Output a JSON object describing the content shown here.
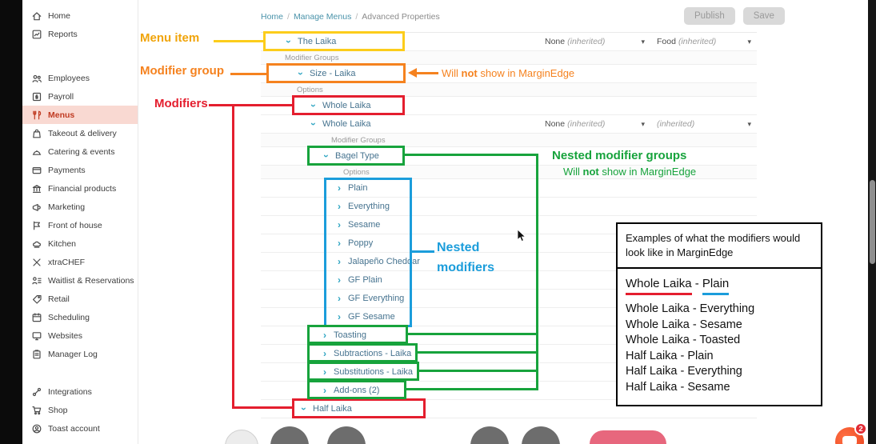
{
  "colors": {
    "accent_yellow": "#fccd1b",
    "accent_yellow_text": "#f0a40a",
    "accent_orange": "#f5821f",
    "accent_red": "#e41e2e",
    "accent_green": "#17a33c",
    "accent_blue": "#1b9ddb",
    "nav_active_bg": "#f9d9d2",
    "nav_active_text": "#c03b22",
    "link_teal": "#4a93aa",
    "tree_label": "#46738f",
    "chevron_teal": "#2fa5c2"
  },
  "sidebar": {
    "sections": [
      {
        "items": [
          {
            "label": "Home",
            "icon": "home-icon"
          },
          {
            "label": "Reports",
            "icon": "reports-icon"
          }
        ]
      },
      {
        "items": [
          {
            "label": "Employees",
            "icon": "employees-icon"
          },
          {
            "label": "Payroll",
            "icon": "payroll-icon"
          },
          {
            "label": "Menus",
            "icon": "menus-icon",
            "active": true
          },
          {
            "label": "Takeout & delivery",
            "icon": "takeout-icon"
          },
          {
            "label": "Catering & events",
            "icon": "catering-icon"
          },
          {
            "label": "Payments",
            "icon": "payments-icon"
          },
          {
            "label": "Financial products",
            "icon": "financial-icon"
          },
          {
            "label": "Marketing",
            "icon": "marketing-icon"
          },
          {
            "label": "Front of house",
            "icon": "front-of-house-icon"
          },
          {
            "label": "Kitchen",
            "icon": "kitchen-icon"
          },
          {
            "label": "xtraCHEF",
            "icon": "xtrachef-icon"
          },
          {
            "label": "Waitlist & Reservations",
            "icon": "waitlist-icon"
          },
          {
            "label": "Retail",
            "icon": "retail-icon"
          },
          {
            "label": "Scheduling",
            "icon": "scheduling-icon"
          },
          {
            "label": "Websites",
            "icon": "websites-icon"
          },
          {
            "label": "Manager Log",
            "icon": "manager-log-icon"
          }
        ]
      },
      {
        "items": [
          {
            "label": "Integrations",
            "icon": "integrations-icon"
          },
          {
            "label": "Shop",
            "icon": "shop-icon"
          },
          {
            "label": "Toast account",
            "icon": "account-icon"
          }
        ]
      }
    ]
  },
  "header": {
    "breadcrumb": [
      {
        "label": "Home",
        "link": true
      },
      {
        "label": "Manage Menus",
        "link": true
      },
      {
        "label": "Advanced Properties",
        "link": false
      }
    ],
    "publish_label": "Publish",
    "save_label": "Save"
  },
  "tree": {
    "rows": [
      {
        "kind": "item",
        "label": "The Laika",
        "chevron": "down",
        "indent": 33,
        "dropdowns": [
          {
            "value": "None",
            "note": "(inherited)"
          },
          {
            "value": "Food",
            "note": "(inherited)"
          }
        ]
      },
      {
        "kind": "section",
        "label": "Modifier Groups",
        "indent": 30
      },
      {
        "kind": "item",
        "label": "Size - Laika",
        "chevron": "down",
        "indent": 48
      },
      {
        "kind": "section",
        "label": "Options",
        "indent": 45
      },
      {
        "kind": "item",
        "label": "Whole Laika",
        "chevron": "down",
        "indent": 64
      },
      {
        "kind": "item",
        "label": "Whole Laika",
        "chevron": "down",
        "indent": 64,
        "dropdowns": [
          {
            "value": "None",
            "note": "(inherited)"
          },
          {
            "value": "",
            "note": "(inherited)"
          }
        ]
      },
      {
        "kind": "section",
        "label": "Modifier Groups",
        "indent": 88
      },
      {
        "kind": "item",
        "label": "Bagel Type",
        "chevron": "down",
        "indent": 80
      },
      {
        "kind": "section",
        "label": "Options",
        "indent": 103
      },
      {
        "kind": "item",
        "label": "Plain",
        "chevron": "right",
        "indent": 96
      },
      {
        "kind": "item",
        "label": "Everything",
        "chevron": "right",
        "indent": 96
      },
      {
        "kind": "item",
        "label": "Sesame",
        "chevron": "right",
        "indent": 96
      },
      {
        "kind": "item",
        "label": "Poppy",
        "chevron": "right",
        "indent": 96
      },
      {
        "kind": "item",
        "label": "Jalapeño Cheddar",
        "chevron": "right",
        "indent": 96
      },
      {
        "kind": "item",
        "label": "GF Plain",
        "chevron": "right",
        "indent": 96
      },
      {
        "kind": "item",
        "label": "GF Everything",
        "chevron": "right",
        "indent": 96
      },
      {
        "kind": "item",
        "label": "GF Sesame",
        "chevron": "right",
        "indent": 96
      },
      {
        "kind": "item",
        "label": "Toasting",
        "chevron": "right",
        "indent": 78
      },
      {
        "kind": "item",
        "label": "Subtractions - Laika",
        "chevron": "right",
        "indent": 78
      },
      {
        "kind": "item",
        "label": "Substitutions - Laika",
        "chevron": "right",
        "indent": 78
      },
      {
        "kind": "item",
        "label": "Add-ons (2)",
        "chevron": "right",
        "indent": 78
      },
      {
        "kind": "item",
        "label": "Half Laika",
        "chevron": "down",
        "indent": 52
      }
    ]
  },
  "annotations": {
    "menu_item": "Menu item",
    "modifier_group": {
      "pre": "Modifier ",
      "bold": "group"
    },
    "modifiers": "Modifiers",
    "will_not_show_orange": {
      "pre": "Will ",
      "bold": "not",
      "post": " show in MarginEdge"
    },
    "nested_modifier_groups": {
      "pre": "Nested modifier ",
      "bold": "groups"
    },
    "will_not_show_green": {
      "pre": "Will ",
      "bold": "not",
      "post": " show in MarginEdge"
    },
    "nested_modifiers": {
      "line1": "Nested",
      "line2": "modifiers"
    }
  },
  "examples_box": {
    "title": "Examples of what the modifiers would look like in MarginEdge",
    "highlight": {
      "red": "Whole Laika",
      "sep": " - ",
      "blue": "Plain"
    },
    "items": [
      "Whole Laika - Everything",
      "Whole Laika - Sesame",
      "Whole Laika - Toasted",
      "Half Laika - Plain",
      "Half Laika - Everything",
      "Half Laika - Sesame"
    ]
  },
  "chat": {
    "badge": "2"
  }
}
